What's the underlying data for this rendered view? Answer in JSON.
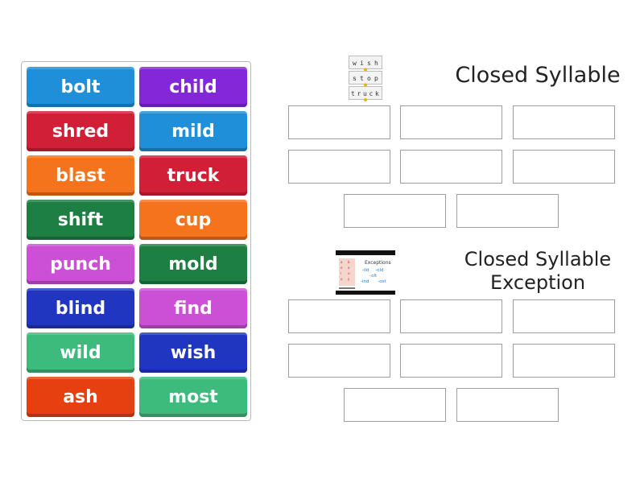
{
  "tiles": [
    {
      "label": "bolt",
      "color": "#1e8fd8"
    },
    {
      "label": "child",
      "color": "#8328d9"
    },
    {
      "label": "shred",
      "color": "#d11f38"
    },
    {
      "label": "mild",
      "color": "#1e8fd8"
    },
    {
      "label": "blast",
      "color": "#f4731c"
    },
    {
      "label": "truck",
      "color": "#d11f38"
    },
    {
      "label": "shift",
      "color": "#1d7f42"
    },
    {
      "label": "cup",
      "color": "#f4731c"
    },
    {
      "label": "punch",
      "color": "#cc50d6"
    },
    {
      "label": "mold",
      "color": "#1d7f42"
    },
    {
      "label": "blind",
      "color": "#2036c0"
    },
    {
      "label": "find",
      "color": "#cc50d6"
    },
    {
      "label": "wild",
      "color": "#3dbb7c"
    },
    {
      "label": "wish",
      "color": "#2036c0"
    },
    {
      "label": "ash",
      "color": "#e63f10"
    },
    {
      "label": "most",
      "color": "#3dbb7c"
    }
  ],
  "groups": [
    {
      "title_lines": [
        "Closed Syllable"
      ],
      "image_letters": [
        [
          "w",
          "i",
          "s",
          "h"
        ],
        [
          "s",
          "t",
          "o",
          "p"
        ],
        [
          "t",
          "r",
          "u",
          "c",
          "k"
        ]
      ]
    },
    {
      "title_lines": [
        "Closed Syllable",
        "Exception"
      ],
      "image": {
        "heading": "Exceptions",
        "rows": [
          [
            "-ild",
            "-old"
          ],
          [
            "-olt"
          ],
          [
            "-ind",
            "-ost"
          ]
        ]
      }
    }
  ]
}
